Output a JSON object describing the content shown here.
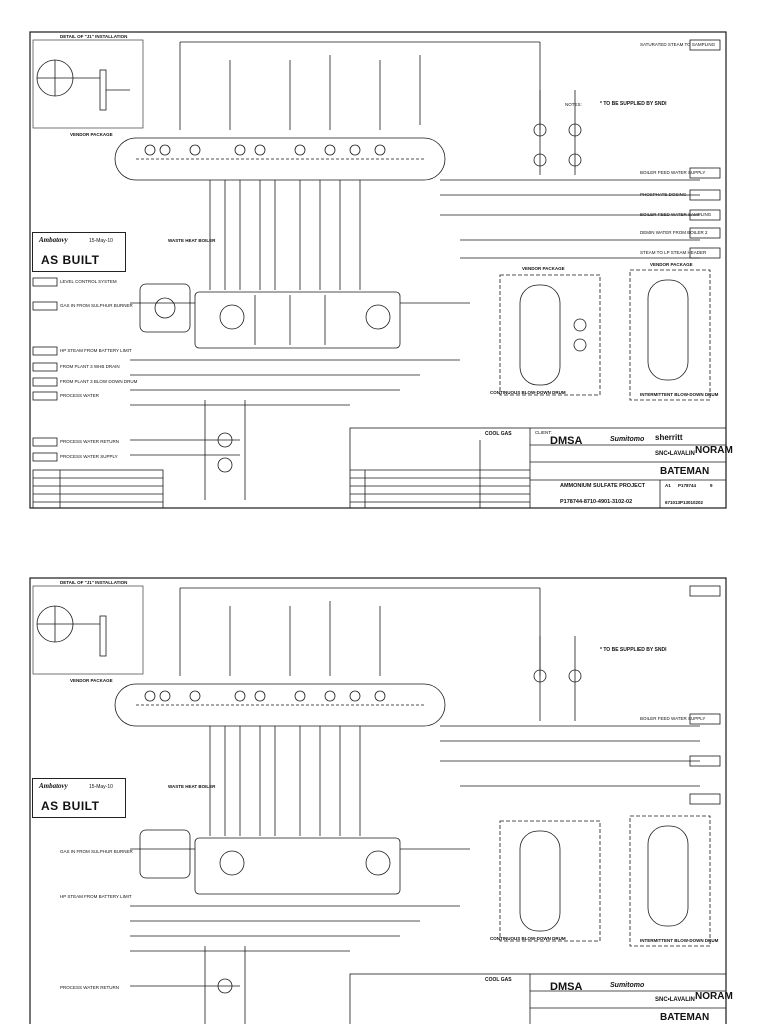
{
  "sheets": [
    {
      "detail_title": "DETAIL OF \"J1\" INSTALLATION",
      "vendor_package": "VENDOR PACKAGE",
      "waste_heat_boiler": "WASTE HEAT BOILER",
      "vendor_package_2": "VENDOR PACKAGE",
      "vendor_package_3": "VENDOR PACKAGE",
      "stamp_logo": "Ambatovy",
      "stamp_date": "15-May-10",
      "stamp_text": "AS BUILT",
      "tbs_supplied": "* TO BE SUPPLIED BY SNDI",
      "notes_label": "NOTES:",
      "continuous_blowdown": "CONTINUOUS BLOW-DOWN DRUM",
      "intermittent_blowdown": "INTERMITTENT BLOW-DOWN DRUM",
      "client_label": "CLIENT:",
      "dmsa": "DMSA",
      "sherritt": "sherritt",
      "noram": "NORAM",
      "snc": "SNC•LAVALIN",
      "sumitomo": "Sumitomo",
      "bateman": "BATEMAN",
      "project_title": "AMMONIUM SULFATE PROJECT",
      "drawing_number": "P178744-8710-4901-3102-02",
      "project_no": "P178744",
      "cool_gas": "COOL GAS",
      "size_label": "A1",
      "rev_no": "9",
      "sheet_id": "671013P13010202"
    }
  ],
  "left_streams": [
    "LEVEL CONTROL SYSTEM",
    "GAS IN FROM SULPHUR BURNER",
    "HP STEAM FROM BATTERY LIMIT",
    "FROM PLANT 3 WHB DRAIN",
    "FROM PLANT 3 BLOW DOWN DRUM",
    "PROCESS WATER",
    "PROCESS WATER RETURN",
    "PROCESS WATER SUPPLY"
  ],
  "right_streams": [
    "SATURATED STEAM TO SAMPLING",
    "BOILER FEED WATER SUPPLY",
    "PHOSPHATE DOSING",
    "BOILER FEED WATER SAMPLING",
    "DEMIN WATER FROM BOILER 2",
    "STEAM TO LP STEAM HEADER"
  ],
  "colors": {
    "ink": "#1a1a1a",
    "paper": "#ffffff",
    "faint": "#666666"
  }
}
